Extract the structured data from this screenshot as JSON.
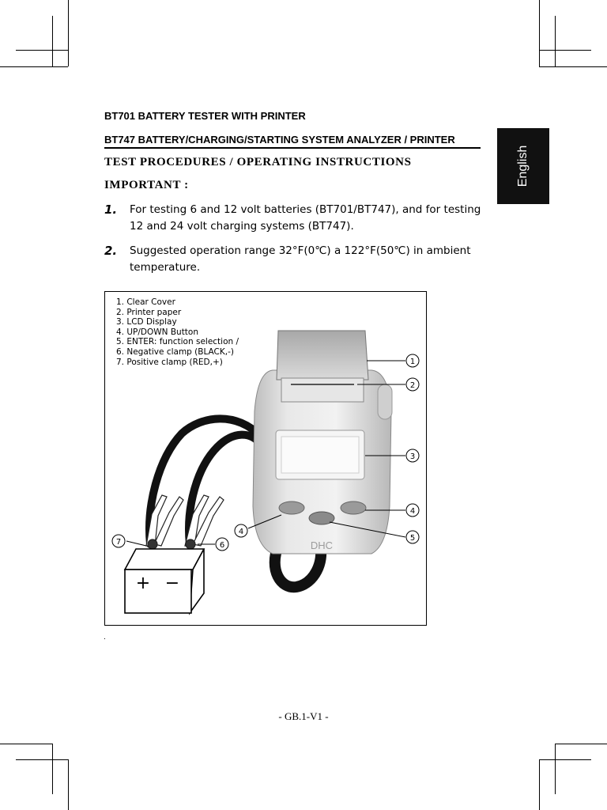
{
  "header": {
    "title1": "BT701 BATTERY TESTER WITH PRINTER",
    "title2": "BT747 BATTERY/CHARGING/STARTING SYSTEM ANALYZER / PRINTER",
    "section": "TEST PROCEDURES / OPERATING INSTRUCTIONS",
    "important": "IMPORTANT :"
  },
  "tab": {
    "label": "English"
  },
  "items": [
    {
      "num": "1.",
      "text": "For testing 6 and 12 volt batteries (BT701/BT747), and for testing 12 and 24 volt charging systems (BT747)."
    },
    {
      "num": "2.",
      "text": "Suggested operation range 32°F(0℃) a 122°F(50℃) in ambient temperature."
    }
  ],
  "figure": {
    "legend": [
      "1. Clear Cover",
      "2. Printer paper",
      "3. LCD Display",
      "4. UP/DOWN Button",
      "5. ENTER: function selection /",
      "6. Negative clamp (BLACK,-)",
      "7. Positive clamp (RED,+)"
    ],
    "callouts": [
      "1",
      "2",
      "3",
      "4",
      "4",
      "5",
      "6",
      "7"
    ],
    "device_brand": "DHC",
    "battery_plus": "+",
    "battery_minus": "−"
  },
  "stray_mark": ".",
  "footer": {
    "page": "- GB.1-V1 -"
  }
}
